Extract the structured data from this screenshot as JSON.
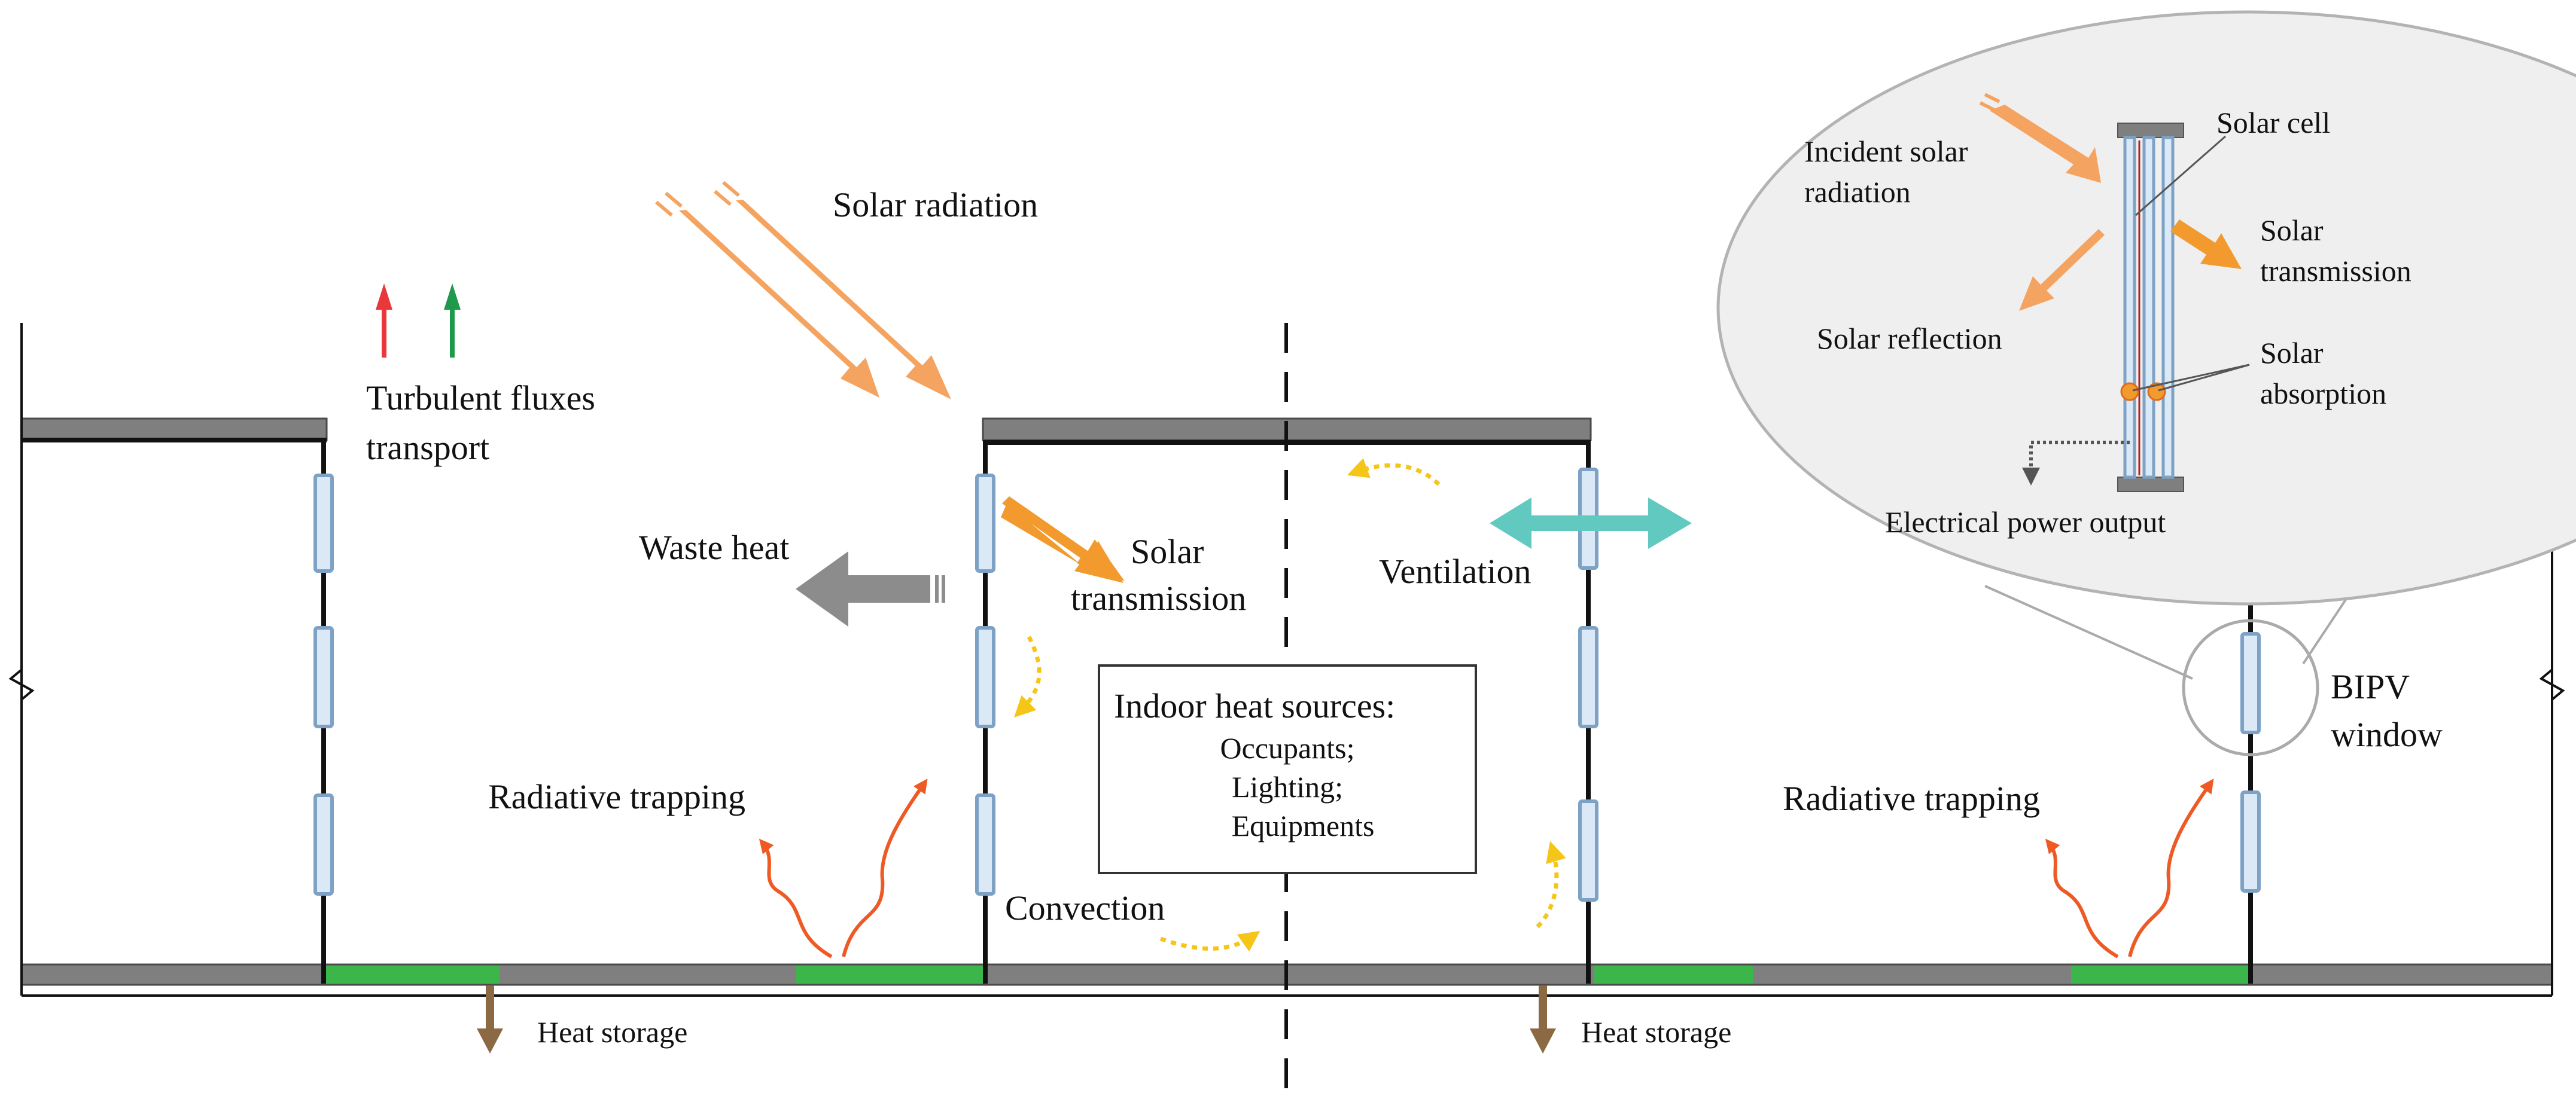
{
  "labels": {
    "solar_radiation": "Solar radiation",
    "turbulent_1": "Turbulent fluxes",
    "turbulent_2": "transport",
    "waste_heat": "Waste heat",
    "solar_transmission_1": "Solar",
    "solar_transmission_2": "transmission",
    "ventilation": "Ventilation",
    "radiative_trapping_left": "Radiative trapping",
    "radiative_trapping_right": "Radiative trapping",
    "convection": "Convection",
    "indoor_title": "Indoor heat sources:",
    "indoor_1": "Occupants;",
    "indoor_2": "Lighting;",
    "indoor_3": "Equipments",
    "heat_storage_left": "Heat storage",
    "heat_storage_right": "Heat storage",
    "bipv_1": "BIPV",
    "bipv_2": "window"
  },
  "inset": {
    "incident_1": "Incident solar",
    "incident_2": "radiation",
    "solar_cell": "Solar cell",
    "transmission_1": "Solar",
    "transmission_2": "transmission",
    "reflection": "Solar reflection",
    "absorption_1": "Solar",
    "absorption_2": "absorption",
    "power_output": "Electrical power output"
  },
  "colors": {
    "solar": "#f4a460",
    "solar_strong": "#f39a2e",
    "waste_heat": "#8c8c8c",
    "ventilation": "#62c9c0",
    "turbulent_red": "#e8383b",
    "turbulent_green": "#1f9a4a",
    "radiative": "#ef5a24",
    "convection": "#f5c518",
    "heat_storage": "#8b6a43",
    "green_surface": "#3cb54a",
    "roof_gray": "#7f7f7f",
    "window_frame": "#7da2c6",
    "window_fill": "#dbe8f5",
    "inset_fill": "#efefef"
  }
}
